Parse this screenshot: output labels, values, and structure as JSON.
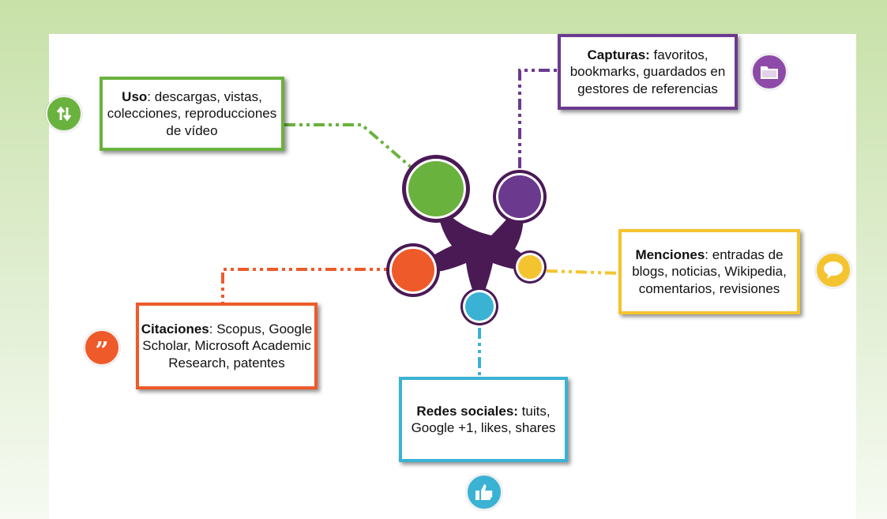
{
  "nodes": {
    "uso": {
      "title": "Uso",
      "title_suffix": ":",
      "text": " descargas, vistas, colecciones, reproducciones de vídeo",
      "color": "#6ab23e"
    },
    "capturas": {
      "title": "Capturas:",
      "title_suffix": "",
      "text": " favoritos, bookmarks, guardados en gestores de referencias",
      "color": "#6b3a8e"
    },
    "menciones": {
      "title": "Menciones",
      "title_suffix": ":",
      "text": " entradas de blogs, noticias, Wikipedia, comentarios, revisiones",
      "color": "#f4c430"
    },
    "citaciones": {
      "title": "Citaciones",
      "title_suffix": ":",
      "text": " Scopus, Google Scholar, Microsoft Academic Research, patentes",
      "color": "#ef5a2a"
    },
    "redes": {
      "title": "Redes sociales:",
      "title_suffix": "",
      "text": " tuits, Google +1, likes, shares",
      "color": "#3ab2d4"
    }
  },
  "icons": {
    "uso": {
      "name": "up-down-arrows-icon",
      "color": "#6ab23e"
    },
    "capturas": {
      "name": "folder-icon",
      "color": "#8e4aa8"
    },
    "menciones": {
      "name": "speech-bubble-icon",
      "color": "#f4c430"
    },
    "citaciones": {
      "name": "quote-icon",
      "color": "#ef5a2a"
    },
    "redes": {
      "name": "thumbs-up-icon",
      "color": "#3ab2d4"
    }
  },
  "hub_color": "#4a1a55"
}
